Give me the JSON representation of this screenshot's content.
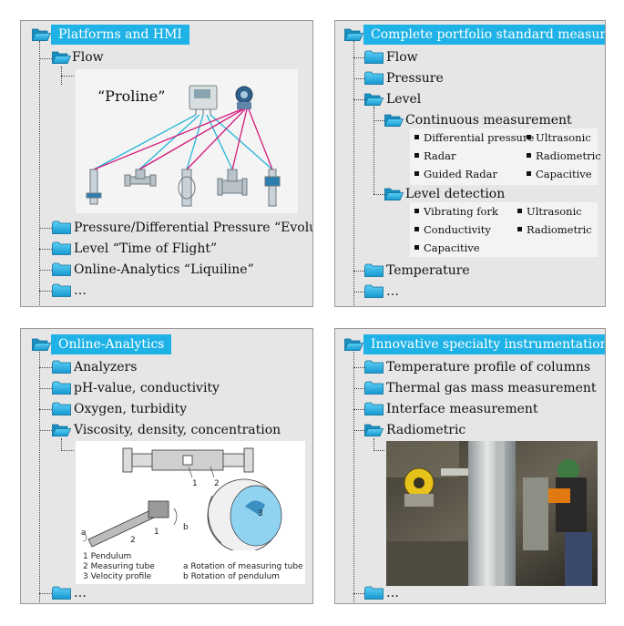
{
  "icons": {
    "folder": "folder-icon",
    "open_folder": "open-folder-icon"
  },
  "colors": {
    "accent": "#1fb2e6",
    "panel_bg": "#e6e6e6",
    "cyan_line": "#22b4d8",
    "magenta_line": "#d4187a"
  },
  "panel1": {
    "title": "Platforms and HMI",
    "items": [
      "Flow",
      "Pressure/Differential Pressure “Evolution”",
      "Level “Time of Flight”",
      "Online-Analytics “Liquiline”",
      "…"
    ],
    "figure_label": "“Proline”"
  },
  "panel2": {
    "title": "Complete portfolio standard measurement",
    "items": [
      "Flow",
      "Pressure",
      "Level",
      "Temperature",
      "…"
    ],
    "sub_continuous": "Continuous measurement",
    "continuous_bullets": [
      "Differential pressure",
      "Ultrasonic",
      "Radar",
      "Radiometric",
      "Guided Radar",
      "Capacitive"
    ],
    "sub_detection": "Level detection",
    "detection_bullets": [
      "Vibrating fork",
      "Ultrasonic",
      "Conductivity",
      "Radiometric",
      "Capacitive"
    ]
  },
  "panel3": {
    "title": "Online-Analytics",
    "items": [
      "Analyzers",
      "pH-value, conductivity",
      "Oxygen, turbidity",
      "Viscosity, density, concentration",
      "…"
    ],
    "legend_left": [
      "1  Pendulum",
      "2  Measuring tube",
      "3  Velocity profile"
    ],
    "legend_right": [
      "a  Rotation of measuring tube",
      "b  Rotation of pendulum"
    ],
    "callouts": [
      "1",
      "2",
      "3",
      "a",
      "b",
      "1",
      "2"
    ]
  },
  "panel4": {
    "title": "Innovative specialty instrumentation",
    "items": [
      "Temperature profile of columns",
      "Thermal gas mass measurement",
      "Interface measurement",
      "Radiometric",
      "…"
    ]
  }
}
